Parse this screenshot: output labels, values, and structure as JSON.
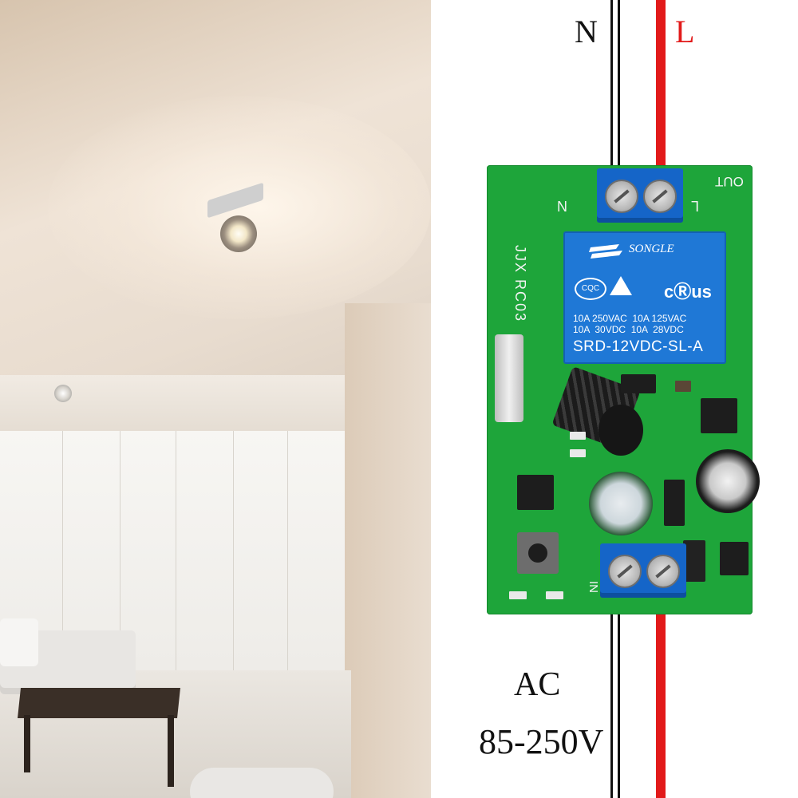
{
  "diagram": {
    "wire_labels": {
      "neutral": "N",
      "live": "L"
    },
    "supply": {
      "line1": "AC",
      "line2": "85-250V"
    },
    "colors": {
      "neutral_wire": "#111111",
      "live_wire": "#e21a1a",
      "pcb": "#1ea53a",
      "terminal": "#1565c8",
      "relay": "#1f78d6"
    },
    "pcb": {
      "out_label": "OUT",
      "top_n": "N",
      "top_l": "L",
      "in_label": "IN",
      "board_code": "JJX RC03",
      "relay": {
        "brand": "SONGLE",
        "cert": "CQC",
        "ul": "cⓇus",
        "rating": "10A 250VAC  10A 125VAC\n10A  30VDC  10A  28VDC",
        "model": "SRD-12VDC-SL-A"
      }
    }
  }
}
